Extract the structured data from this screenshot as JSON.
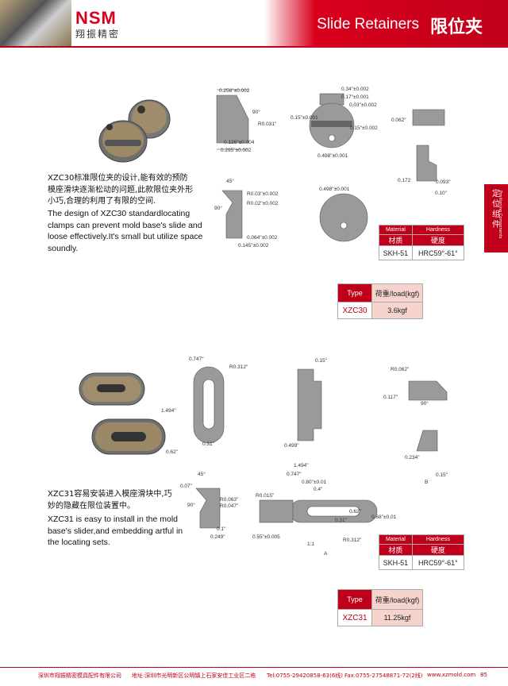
{
  "header": {
    "brand": "NSM",
    "brand_cn": "翔振精密",
    "title_en": "Slide Retainers",
    "title_cn": "限位夹"
  },
  "side_tab": {
    "label_cn": "定位组件",
    "label_en": "Positioning Components"
  },
  "xzc30": {
    "desc_cn": "XZC30标准限位夹的设计,能有效的预防模座滑块逐渐松动的问题,此款限位夹外形小巧,合理的利用了有限的空间.",
    "desc_en": "The design of XZC30 standardlocating clamps can prevent mold base's slide and loose effectively.It's small but utilize space soundly.",
    "dims": {
      "a": "0.256\"±0.002",
      "b": "90°",
      "c": "R0.031\"",
      "d": "0.126\"±0.004",
      "e": "0.295\"±0.002",
      "f": "0.34\"±0.002",
      "g": "0.17\"±0.001",
      "h": "0.03\"±0.002",
      "i": "0.15\"±0.001",
      "j": "0.15\"±0.002",
      "k": "0.498\"±0.001",
      "l": "0.062\"",
      "m": "0.172",
      "n": "0.093\"",
      "o": "0.10\"",
      "p": "45°",
      "q": "R0.03\"±0.002",
      "r": "R0.02\"±0.002",
      "s": "90°",
      "t": "0.064\"±0.002",
      "u": "0.145\"±0.002",
      "v": "0.498\"±0.001"
    },
    "material": {
      "h_material": "Material",
      "h_material_cn": "材质",
      "h_hardness": "Hardness",
      "h_hardness_cn": "硬度",
      "value_material": "SKH-51",
      "value_hardness": "HRC59°-61°"
    },
    "load": {
      "h_type": "Type",
      "h_load": "荷重/load(kgf)",
      "type": "XZC30",
      "load": "3.6kgf"
    }
  },
  "xzc31": {
    "desc_cn": "XZC31容易安装进入模座滑块中,巧妙的隐藏在限位装置中。",
    "desc_en": "XZC31 is easy to install in the mold base's slider,and embedding artful in the locating sets.",
    "dims": {
      "a": "0.747\"",
      "b": "R0.312\"",
      "c": "1.494\"",
      "d": "0.31\"",
      "e": "0.62\"",
      "f": "0.15\"",
      "g": "0.499\"",
      "h": "R0.062\"",
      "i": "0.117\"",
      "j": "90°",
      "k": "0.234\"",
      "l": "0.15\"",
      "m": "B",
      "n": "45°",
      "o": "0.07\"",
      "p": "R0.063\"",
      "q": "R0.047\"",
      "r": "90°",
      "s": "0.1\"",
      "t": "0.249\"",
      "u": "1.494\"",
      "v": "0.747\"",
      "w": "0.80\"±0.01",
      "x": "0.4\"",
      "y": "R0.015\"",
      "z": "0.62\"",
      "aa": "0.68\"±0.01",
      "ab": "0.31\"",
      "ac": "0.55\"±0.005",
      "ad": "1:1",
      "ae": "A",
      "af": "R0.312\""
    },
    "material": {
      "h_material": "Material",
      "h_material_cn": "材质",
      "h_hardness": "Hardness",
      "h_hardness_cn": "硬度",
      "value_material": "SKH-51",
      "value_hardness": "HRC59°-61°"
    },
    "load": {
      "h_type": "Type",
      "h_load": "荷重/load(kgf)",
      "type": "XZC31",
      "load": "11.25kgf"
    }
  },
  "footer": {
    "company": "深圳市翔振精密模具配件有限公司",
    "address": "地址:深圳市光明新区公明镇上石家安佳工业区二栋",
    "tel": "Tel:0755-29420858-63(6线)",
    "fax": "Fax:0755-27548871-72(2线)",
    "web": "www.xzmold.com",
    "page": "85"
  },
  "colors": {
    "accent": "#c0001a",
    "pink": "#f6d3cd"
  }
}
